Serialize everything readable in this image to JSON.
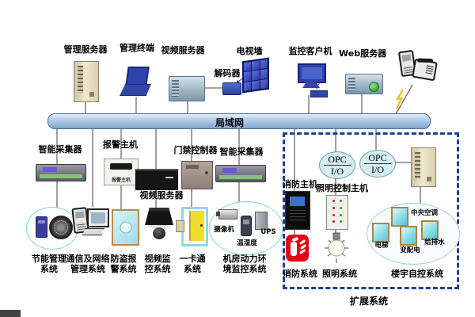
{
  "bus": {
    "label": "局域网"
  },
  "top_devices": [
    {
      "label": "管理服务器"
    },
    {
      "label": "管理终端"
    },
    {
      "label": "视频服务器"
    },
    {
      "label": "解码器"
    },
    {
      "label": "电视墙"
    },
    {
      "label": "监控客户机"
    },
    {
      "label": "Web服务器"
    }
  ],
  "middle_devices": [
    {
      "label": "智能采集器"
    },
    {
      "label": "报警主机",
      "device_label": "报警主机"
    },
    {
      "label": "视频服务器"
    },
    {
      "label": "门禁控制器"
    },
    {
      "label": "智能采集器"
    }
  ],
  "bottom_systems": [
    {
      "line1": "节能管理",
      "line2": "系统"
    },
    {
      "line1": "通信及网络",
      "line2": "管理系统"
    },
    {
      "line1": "防盗报",
      "line2": "警系统"
    },
    {
      "line1": "视频监",
      "line2": "控系统"
    },
    {
      "line1": "一卡通",
      "line2": "系统"
    },
    {
      "line1": "机房动力环",
      "line2": "境监控系统"
    }
  ],
  "machine_room": {
    "camera_label": "摄像机",
    "sensor_label": "温湿度",
    "ups_label": "UPS"
  },
  "extension": {
    "box_label": "扩展系统",
    "fire_host_label": "消防主机",
    "lighting_host_label": "照明控制主机",
    "opc": {
      "line1": "OPC",
      "line2": "I/O"
    },
    "fire_system_label": "消防系统",
    "lighting_system_label": "照明系统",
    "bas_label": "楼宇自控系统",
    "bas_items": [
      {
        "label": "中央空调"
      },
      {
        "label": "电梯"
      },
      {
        "label": "变配电"
      },
      {
        "label": "给排水"
      }
    ]
  },
  "colors": {
    "bus_fill": "#b3cde8",
    "bus_edge": "#4f7095",
    "dash_border": "#1c3f94",
    "ellipse_border": "#7fd4dc",
    "opc_fill": "#d4edf1",
    "cyan_box": "#8adce8",
    "cyan_box_border": "#a98545",
    "fire_red": "#e60012",
    "connector_line": "#6b6b6b"
  }
}
